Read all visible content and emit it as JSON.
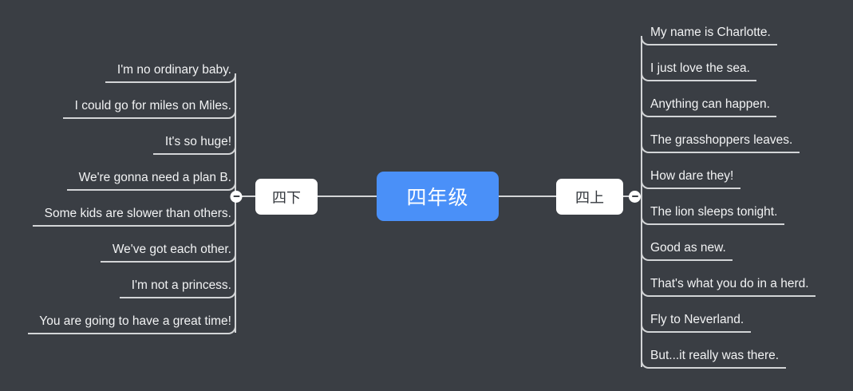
{
  "theme": {
    "background": "#3a3e44",
    "accent": "#4a90f8",
    "line": "#d3d5d7",
    "node_bg": "#ffffff",
    "text": "#f2f3f4"
  },
  "mindmap": {
    "root": {
      "label": "四年级"
    },
    "branches": [
      {
        "id": "left",
        "label": "四下",
        "side": "left",
        "collapse_icon": "minus-circle-icon",
        "expanded": true,
        "leaves": [
          {
            "text": "I'm no ordinary baby."
          },
          {
            "text": "I could go for miles on Miles."
          },
          {
            "text": "It's so huge!"
          },
          {
            "text": "We're gonna need a plan B."
          },
          {
            "text": "Some kids are slower than others."
          },
          {
            "text": "We've got each other."
          },
          {
            "text": "I'm not a princess."
          },
          {
            "text": "You are going to have a great time!"
          }
        ]
      },
      {
        "id": "right",
        "label": "四上",
        "side": "right",
        "collapse_icon": "minus-circle-icon",
        "expanded": true,
        "leaves": [
          {
            "text": "My name is Charlotte."
          },
          {
            "text": "I just love the sea."
          },
          {
            "text": "Anything can happen."
          },
          {
            "text": "The grasshoppers leaves."
          },
          {
            "text": "How dare they!"
          },
          {
            "text": "The lion sleeps tonight."
          },
          {
            "text": "Good as new."
          },
          {
            "text": "That's what you do in a herd."
          },
          {
            "text": "Fly to Neverland."
          },
          {
            "text": "But...it really was there."
          }
        ]
      }
    ]
  }
}
